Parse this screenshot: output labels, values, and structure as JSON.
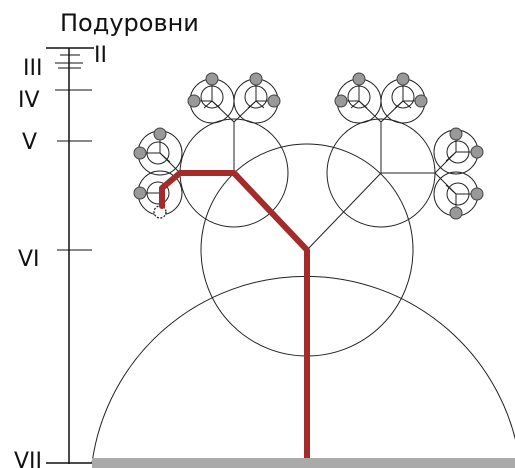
{
  "diagram": {
    "title": "Подуровни",
    "scale_labels": {
      "ii": "II",
      "iii": "III",
      "iv": "IV",
      "v": "V",
      "vi": "VI",
      "vii": "VII"
    },
    "colors": {
      "path": "#a52a2a",
      "ground": "#aaaaaa",
      "leaf_fill": "#999999",
      "line": "#222222"
    }
  }
}
